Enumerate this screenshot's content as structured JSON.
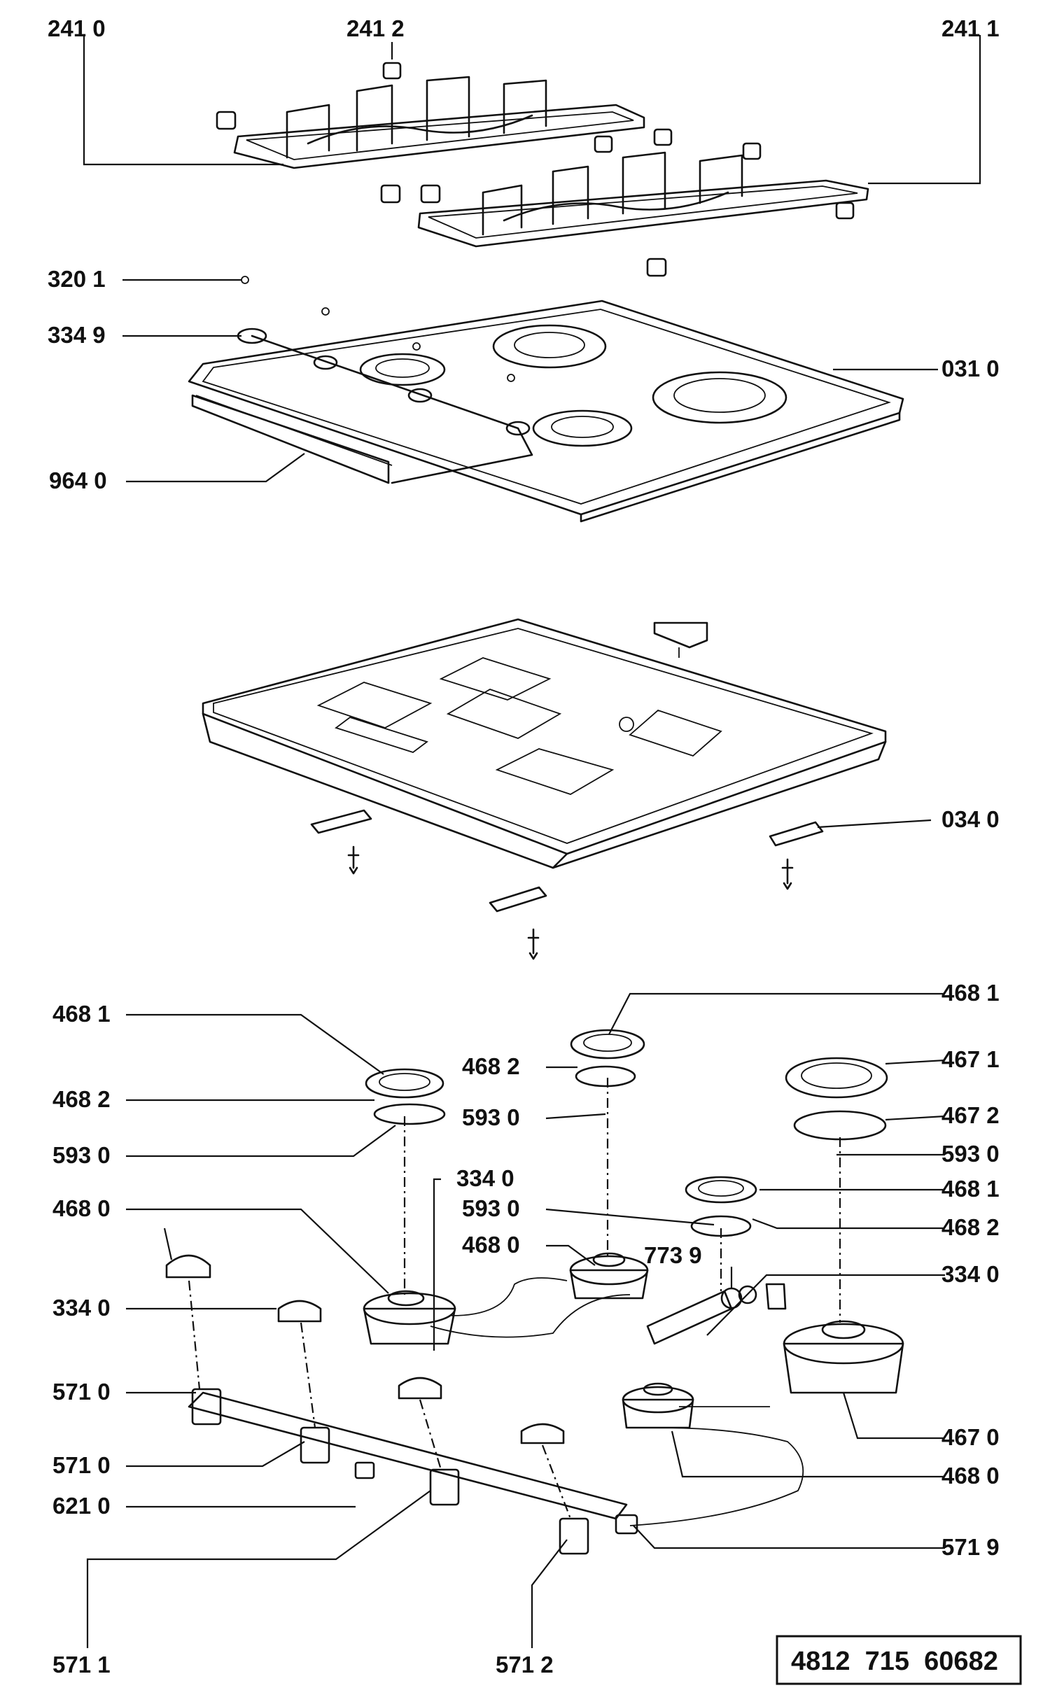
{
  "diagram": {
    "document_code": "4812  715  60682",
    "labels": {
      "l2410": "241 0",
      "l2412": "241 2",
      "l2411": "241 1",
      "l3201": "320 1",
      "l3349": "334 9",
      "l0310": "031 0",
      "l9640": "964 0",
      "l0340": "034 0",
      "l4681_left": "468 1",
      "l4682_left": "468 2",
      "l5930_left": "593 0",
      "l4680_left": "468 0",
      "l3340_left": "334 0",
      "l5710_a": "571 0",
      "l5710_b": "571 0",
      "l6210": "621 0",
      "l5711": "571 1",
      "l5712": "571 2",
      "l3340_mid": "334 0",
      "l4682_mid": "468 2",
      "l5930_mid": "593 0",
      "l5930_mid2": "593 0",
      "l4680_mid": "468 0",
      "l7739": "773 9",
      "l4681_right_top": "468 1",
      "l4671": "467 1",
      "l4672": "467 2",
      "l5930_right": "593 0",
      "l4681_right": "468 1",
      "l4682_right": "468 2",
      "l3340_right": "334 0",
      "l4670": "467 0",
      "l4680_right": "468 0",
      "l5719": "571 9"
    }
  }
}
